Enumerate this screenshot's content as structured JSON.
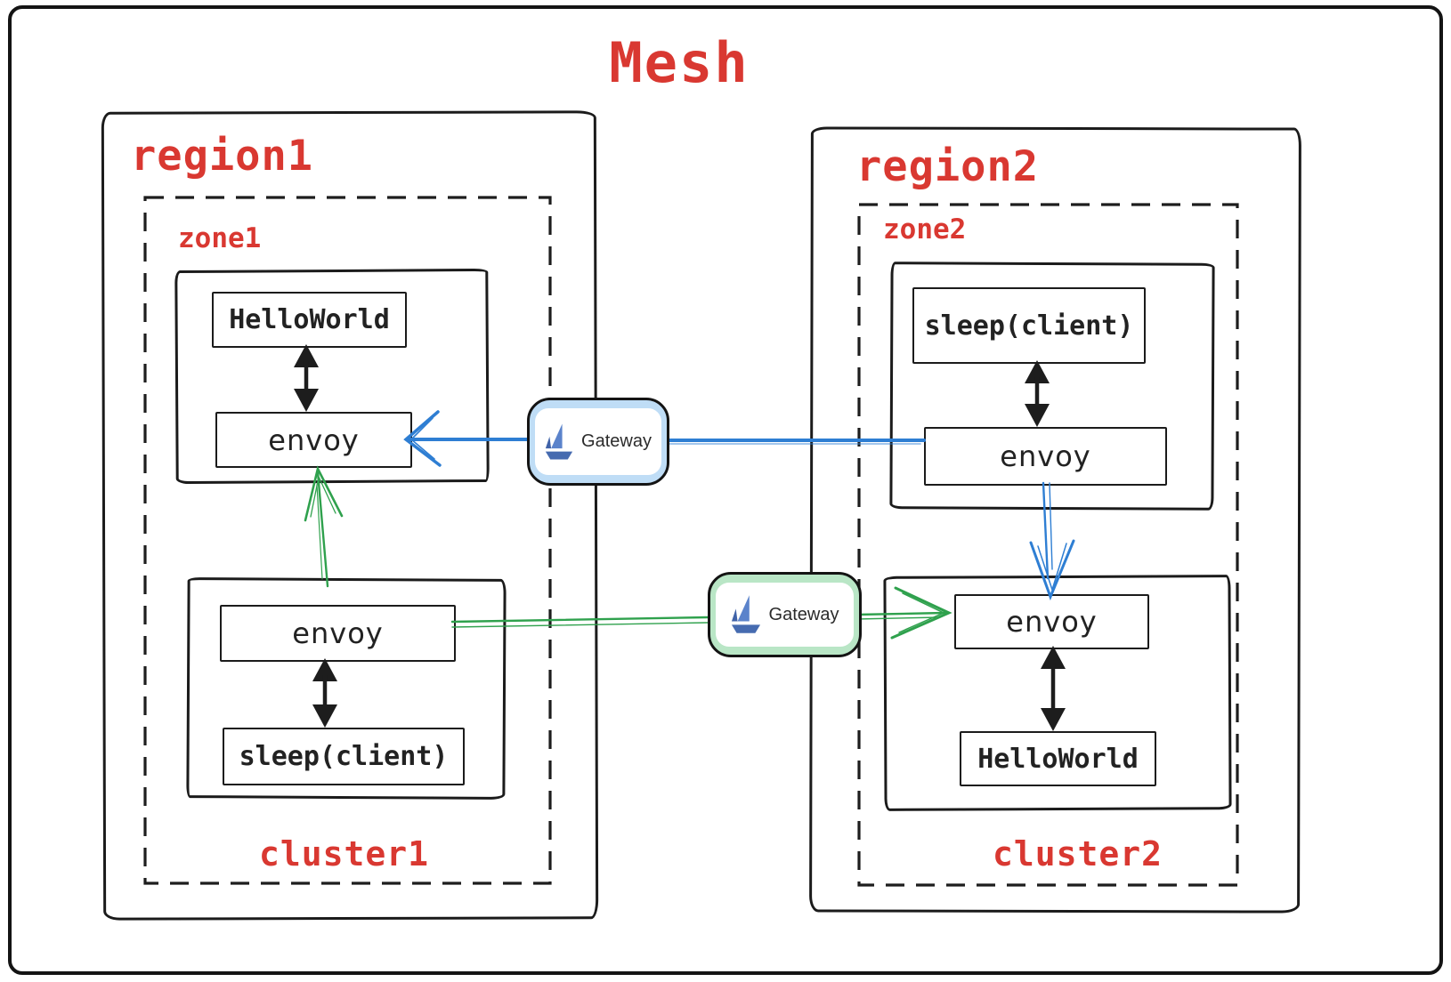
{
  "title": "Mesh",
  "colors": {
    "red": "#d93831",
    "ink": "#1d1d1d",
    "text": "#222222",
    "blue": "#2e7ed3",
    "blue_soft": "#bfddf6",
    "green": "#2fa14d",
    "green_soft": "#b9e6c6",
    "istio_sail": "#5b83cb",
    "istio_jib": "#3f62a8",
    "istio_hull": "#466bb0"
  },
  "region1": {
    "label": "region1",
    "zone_label": "zone1",
    "cluster_label": "cluster1",
    "zone_box": {
      "top": "HelloWorld",
      "bottom": "envoy"
    },
    "cluster_box": {
      "top": "envoy",
      "bottom": "sleep(client)"
    }
  },
  "region2": {
    "label": "region2",
    "zone_label": "zone2",
    "cluster_label": "cluster2",
    "zone_box": {
      "top": "sleep(client)",
      "bottom": "envoy"
    },
    "cluster_box": {
      "top": "envoy",
      "bottom": "HelloWorld"
    }
  },
  "gateways": {
    "north": {
      "label": "Gateway",
      "icon": "istio-sailboat"
    },
    "south": {
      "label": "Gateway",
      "icon": "istio-sailboat"
    }
  }
}
